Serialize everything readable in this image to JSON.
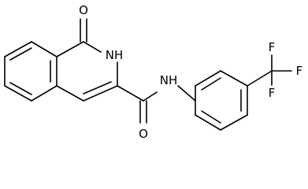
{
  "labels": {
    "o_lactam": "O",
    "nh_ring": "NH",
    "o_amide": "O",
    "nh_amide": "NH",
    "f_top": "F",
    "f_right": "F",
    "f_bottom": "F"
  }
}
